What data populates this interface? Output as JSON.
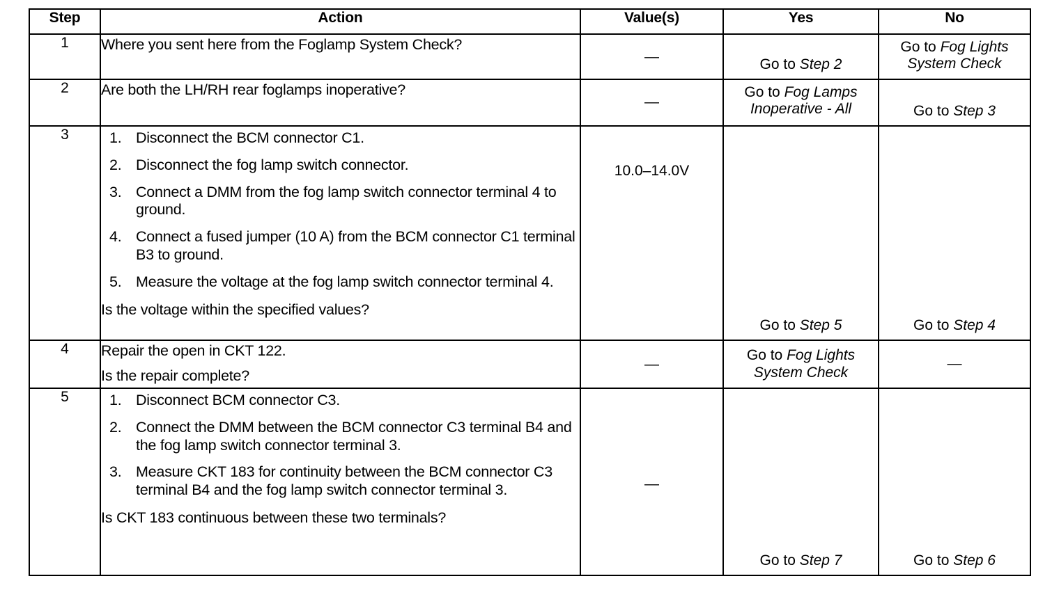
{
  "table": {
    "headers": {
      "step": "Step",
      "action": "Action",
      "value": "Value(s)",
      "yes": "Yes",
      "no": "No"
    },
    "rows": [
      {
        "step": "1",
        "action_lead": "Where you sent here from the Foglamp System Check?",
        "value": "—",
        "yes_goto": "Go to ",
        "yes_ref": "Step 2",
        "no_goto": "Go to ",
        "no_ref": "Fog Lights System Check"
      },
      {
        "step": "2",
        "action_lead": "Are both the LH/RH rear foglamps inoperative?",
        "value": "—",
        "yes_goto": "Go to ",
        "yes_ref": "Fog Lamps Inoperative - All",
        "no_goto": "Go to ",
        "no_ref": "Step 3"
      },
      {
        "step": "3",
        "action_items": [
          "Disconnect the BCM connector C1.",
          "Disconnect the fog lamp switch connector.",
          "Connect a DMM from the fog lamp switch connector terminal 4 to ground.",
          "Connect a fused jumper (10 A) from the BCM connector C1 terminal B3 to ground.",
          "Measure the voltage at the fog lamp switch connector terminal 4."
        ],
        "action_tail": "Is the voltage within the specified values?",
        "value": "10.0–14.0V",
        "yes_goto": "Go to ",
        "yes_ref": "Step 5",
        "no_goto": "Go to ",
        "no_ref": "Step 4"
      },
      {
        "step": "4",
        "action_lead": "Repair the open in CKT 122.",
        "action_tail": "Is the repair complete?",
        "value": "—",
        "yes_goto": "Go to ",
        "yes_ref": "Fog Lights System Check",
        "no_goto": "",
        "no_ref": "—"
      },
      {
        "step": "5",
        "action_items": [
          "Disconnect BCM connector C3.",
          "Connect the DMM between the BCM connector C3 terminal B4 and the fog lamp switch connector terminal 3.",
          "Measure CKT 183 for continuity between the BCM connector C3 terminal B4 and the fog lamp switch connector terminal 3."
        ],
        "action_tail": "Is CKT 183 continuous between these two terminals?",
        "value": "—",
        "yes_goto": "Go to ",
        "yes_ref": "Step 7",
        "no_goto": "Go to ",
        "no_ref": "Step 6"
      }
    ]
  }
}
